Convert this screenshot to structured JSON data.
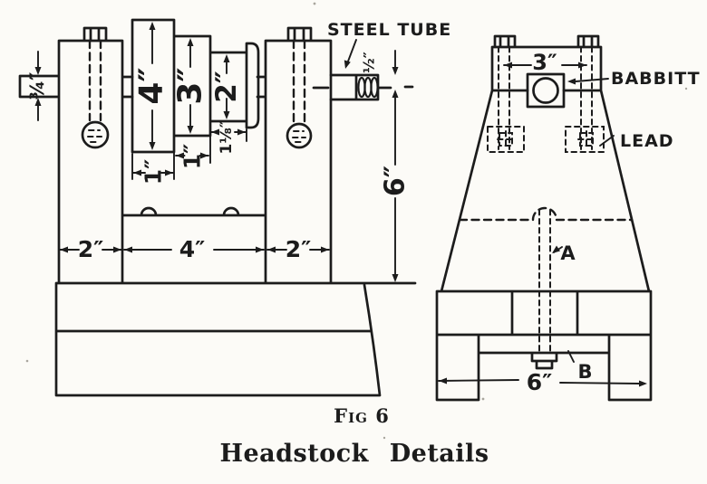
{
  "left_view": {
    "steel_tube_label": "STEEL TUBE",
    "dim_stub": "¾″",
    "dim_step1_dia": "4″",
    "dim_step2_dia": "3″",
    "dim_step3_dia": "2″",
    "dim_step1_w": "1″",
    "dim_step2_w": "1″",
    "dim_step3_w": "1⅛″",
    "dim_tube": "½″",
    "dim_height": "6″",
    "dim_base_left": "2″",
    "dim_base_mid": "4″",
    "dim_base_right": "2″"
  },
  "right_view": {
    "dim_bolt_span": "3″",
    "babbitt_label": "BABBITT",
    "lead_label": "LEAD",
    "label_a": "A",
    "label_b": "B",
    "dim_width": "6″"
  },
  "caption": {
    "fig": "Fig 6",
    "title": "Headstock Details"
  },
  "colors": {
    "ink": "#1c1c1c",
    "paper": "#fcfbf7",
    "speckle": "#a9a69e"
  }
}
